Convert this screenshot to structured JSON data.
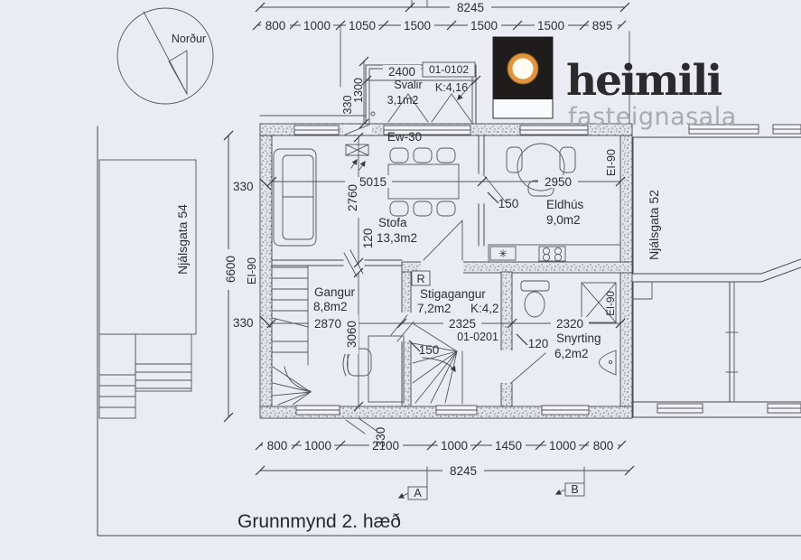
{
  "title": "Grunnmynd 2. hæð",
  "compass": {
    "label": "Norður"
  },
  "logo": {
    "name": "heimili",
    "subtitle": "fasteignasala"
  },
  "neighbors": {
    "left": "Njálsgata 54",
    "right": "Njálsgata 52"
  },
  "markers": {
    "a": "A",
    "b": "B"
  },
  "ratings": {
    "fire": "EI-90",
    "window": "Ew-30"
  },
  "symbols": {
    "appliance": "✳"
  },
  "rooms": {
    "svalir": {
      "name": "Svalir",
      "area": "3,1m2",
      "ceiling": "K:4,16",
      "unit_id": "01-0102"
    },
    "stofa": {
      "name": "Stofa",
      "area": "13,3m2"
    },
    "eldhus": {
      "name": "Eldhús",
      "area": "9,0m2"
    },
    "gangur": {
      "name": "Gangur",
      "area": "8,8m2"
    },
    "stigagangur": {
      "name": "Stigagangur",
      "area": "7,2m2",
      "ceiling": "K:4,2",
      "unit_id": "01-0201",
      "ref": "R"
    },
    "snyrting": {
      "name": "Snyrting",
      "area": "6,2m2"
    }
  },
  "dims": {
    "total": "8245",
    "top_chain": [
      "800",
      "1000",
      "1050",
      "1500",
      "1500",
      "1500",
      "895"
    ],
    "bottom_chain": [
      "800",
      "1000",
      "2100",
      "1000",
      "1450",
      "1000",
      "800"
    ],
    "left_total": "6600",
    "wall_330": "330",
    "wall_150": "150",
    "wall_120": "120",
    "svalir_w": "2400",
    "svalir_d": "1300",
    "stofa_w": "5015",
    "stofa_d": "2760",
    "eldhus_w": "2950",
    "gangur_w": "2870",
    "gangur_d": "3060",
    "stiga_w": "2325",
    "snyrting_w": "2320"
  },
  "colors": {
    "paper": "#eaebf3",
    "ink": "#47484e",
    "logo_black": "#1e1d1b",
    "logo_orange": "#e2953f",
    "logo_gray": "#aaabae"
  }
}
